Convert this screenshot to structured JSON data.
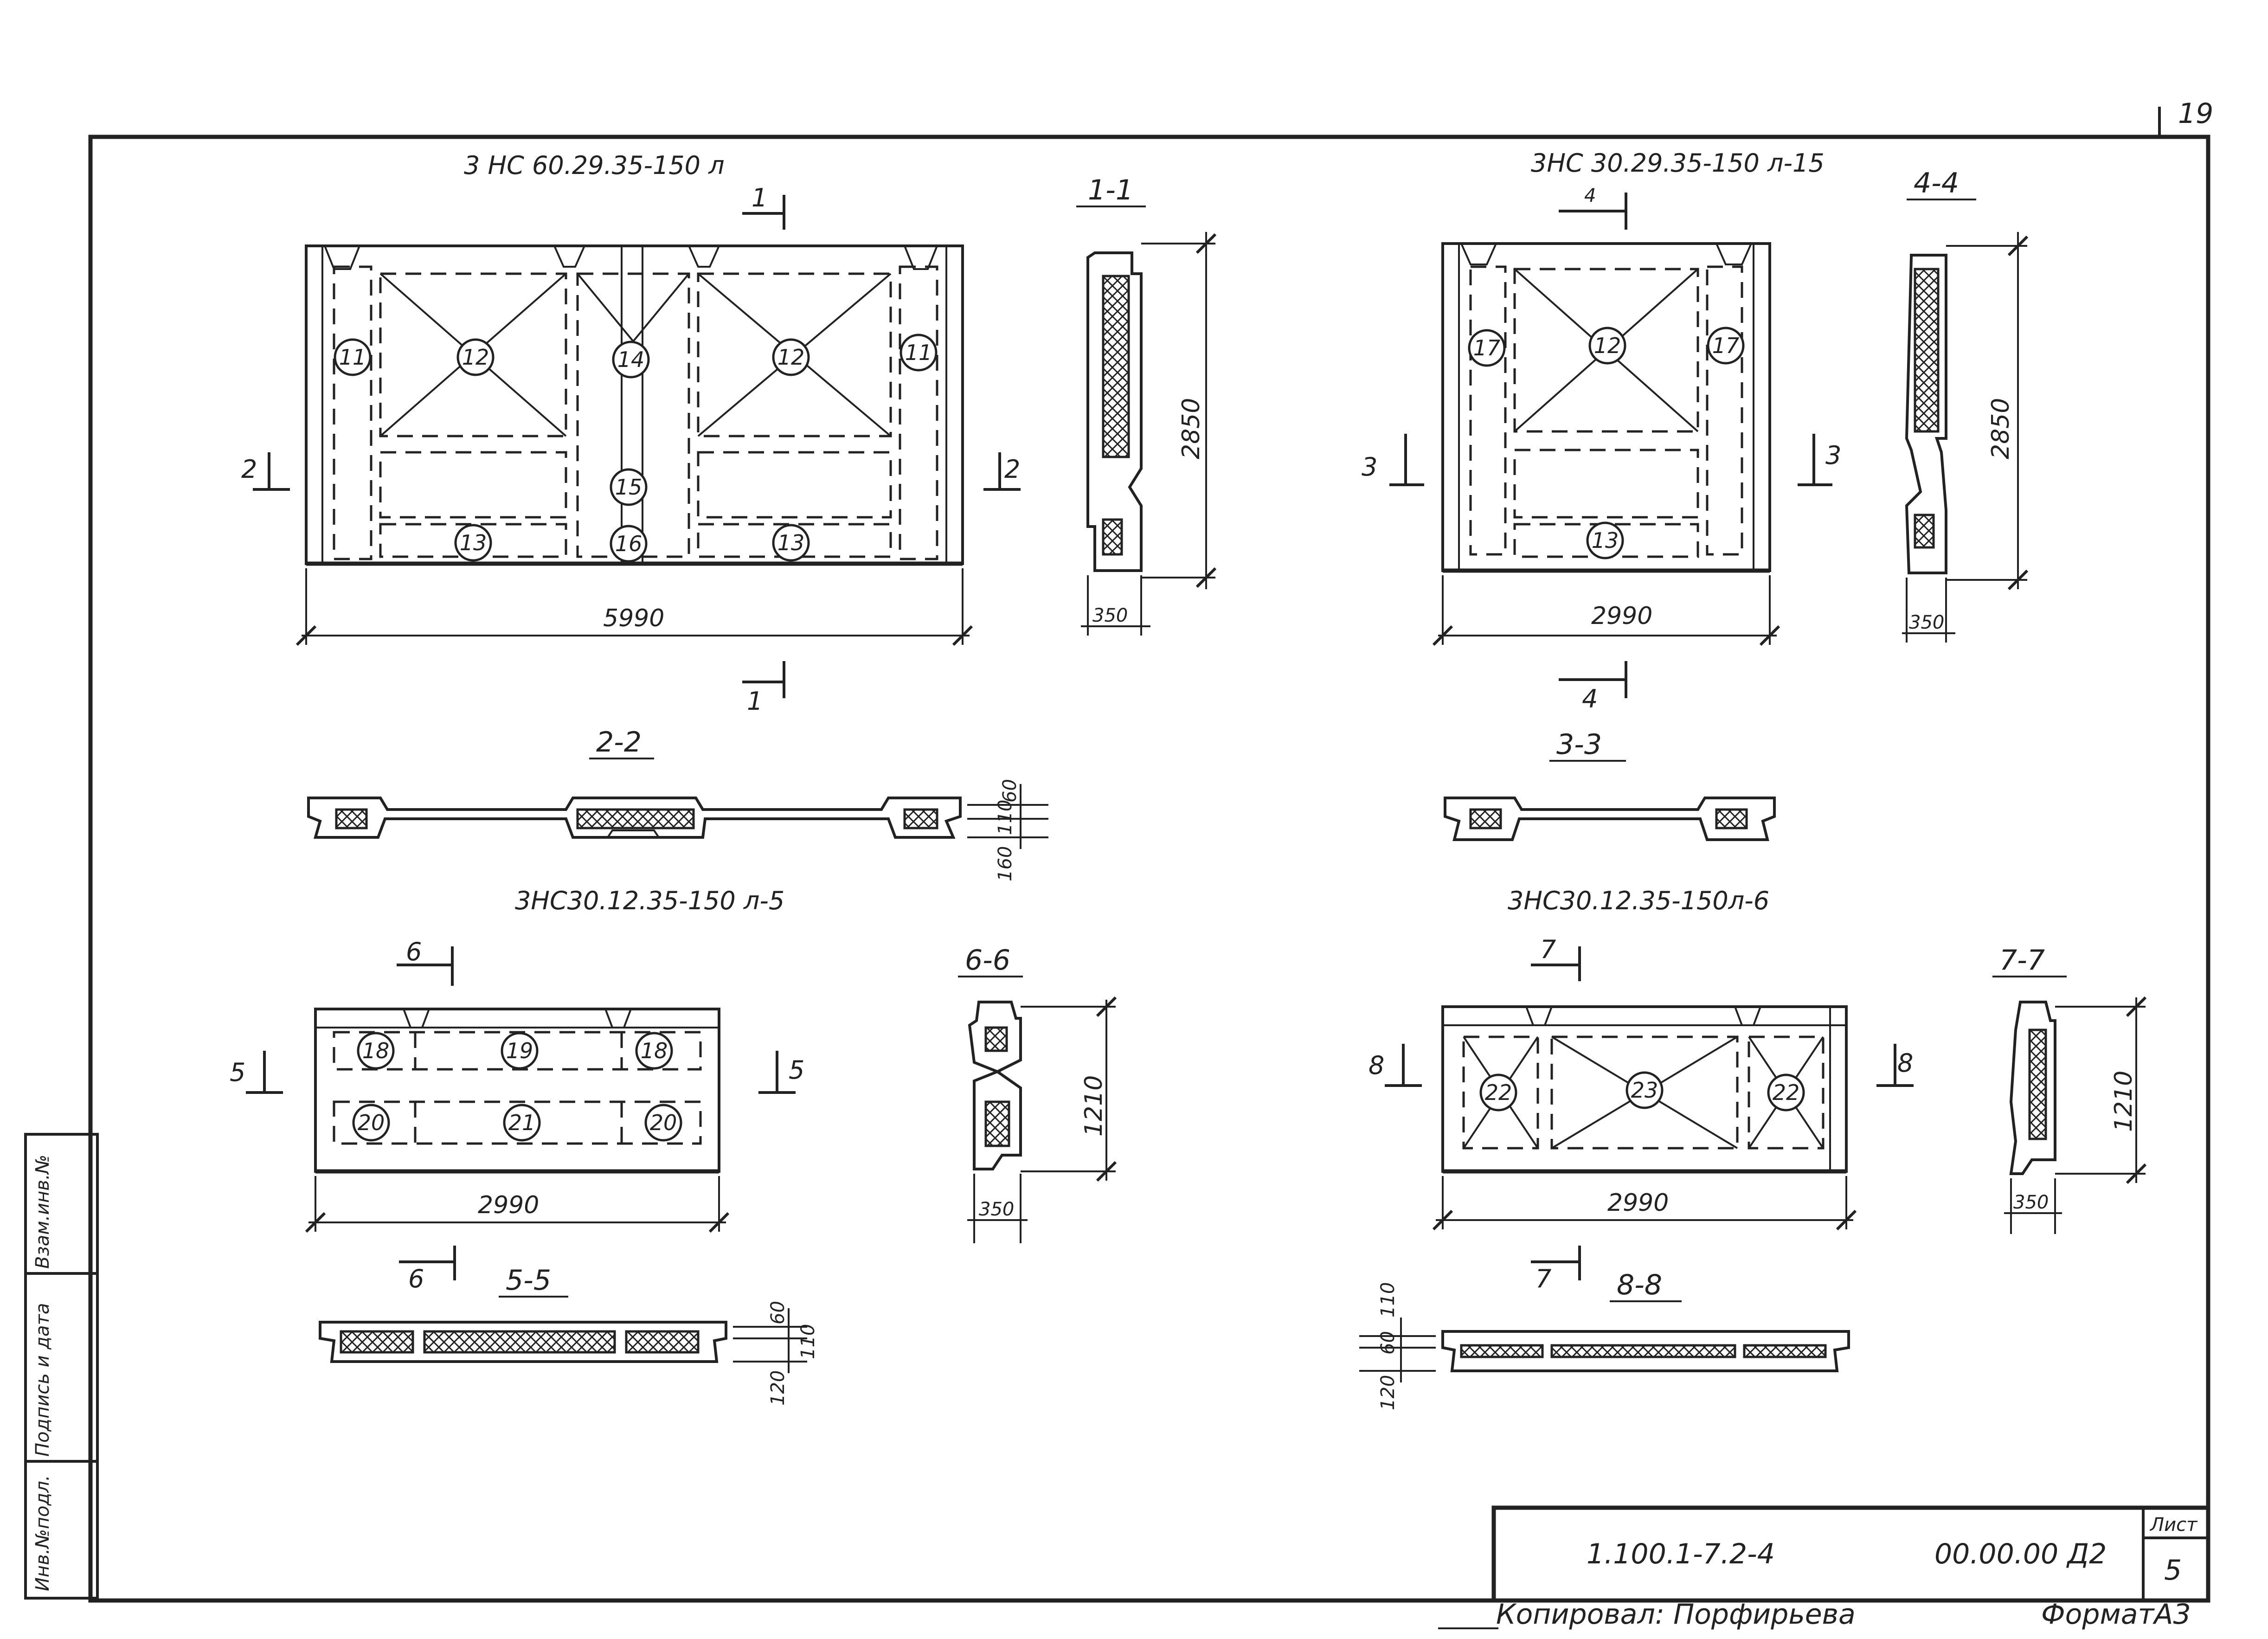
{
  "sheet": {
    "page_number": "19",
    "doc_code": "1.100.1-7.2-4",
    "drawing_number": "00.00.00 Д2",
    "sheet_label": "Лист",
    "sheet_value": "5",
    "copied_by": "Копировал: Порфирьева",
    "format": "ФорматА3",
    "side_stamp": [
      "Инв.№подл.",
      "Подпись и дата",
      "Взам.инв.№"
    ]
  },
  "panels": {
    "p1": {
      "title": "3 НС 60.29.35-150 л",
      "width_dim": "5990",
      "bubbles": [
        "11",
        "12",
        "14",
        "12",
        "11",
        "15",
        "13",
        "16",
        "13"
      ]
    },
    "p2": {
      "title": "3НС 30.29.35-150 л-15",
      "width_dim": "2990",
      "bubbles": [
        "17",
        "12",
        "17",
        "13"
      ]
    },
    "p3": {
      "title": "3НС30.12.35-150 л-5",
      "width_dim": "2990",
      "bubbles": [
        "18",
        "19",
        "18",
        "20",
        "21",
        "20"
      ]
    },
    "p4": {
      "title": "3НС30.12.35-150л-6",
      "width_dim": "2990",
      "bubbles": [
        "22",
        "23",
        "22"
      ]
    }
  },
  "sections": {
    "s11": {
      "label": "1-1",
      "height": "2850",
      "thick": "350"
    },
    "s44": {
      "label": "4-4",
      "height": "2850",
      "thick": "350"
    },
    "s66": {
      "label": "6-6",
      "height": "1210",
      "thick": "350"
    },
    "s77": {
      "label": "7-7",
      "height": "1210",
      "thick": "350"
    },
    "s22": {
      "label": "2-2",
      "dims": [
        "60",
        "110",
        "160"
      ]
    },
    "s33": {
      "label": "3-3"
    },
    "s55": {
      "label": "5-5",
      "dims": [
        "60",
        "110",
        "120"
      ]
    },
    "s88": {
      "label": "8-8",
      "dims": [
        "110",
        "60",
        "120"
      ]
    }
  },
  "cut_marks": {
    "m1": "1",
    "m2": "2",
    "m3": "3",
    "m4": "4",
    "m5": "5",
    "m6": "6",
    "m7": "7",
    "m8": "8"
  }
}
